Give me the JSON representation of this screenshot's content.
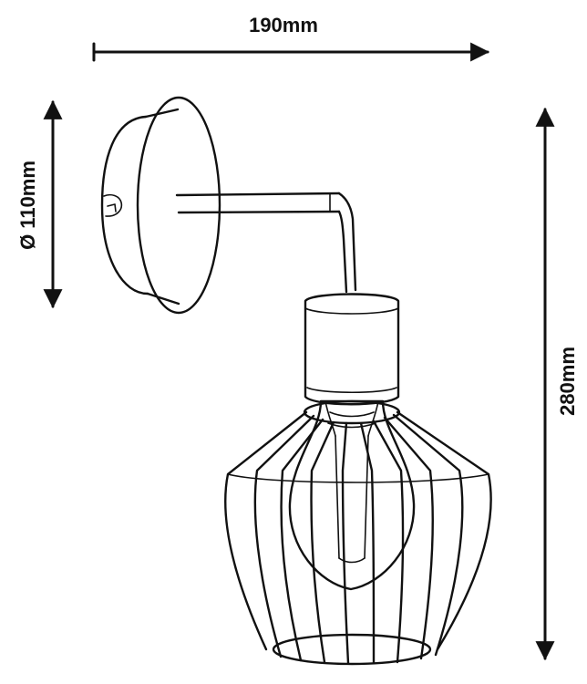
{
  "dimensions": {
    "width_label": "190mm",
    "height_label": "280mm",
    "diameter_label": "Ø 110mm"
  },
  "colors": {
    "ink": "#111111",
    "background": "#ffffff"
  },
  "icons": {
    "arrowheads": "triangle-arrow-icon"
  }
}
